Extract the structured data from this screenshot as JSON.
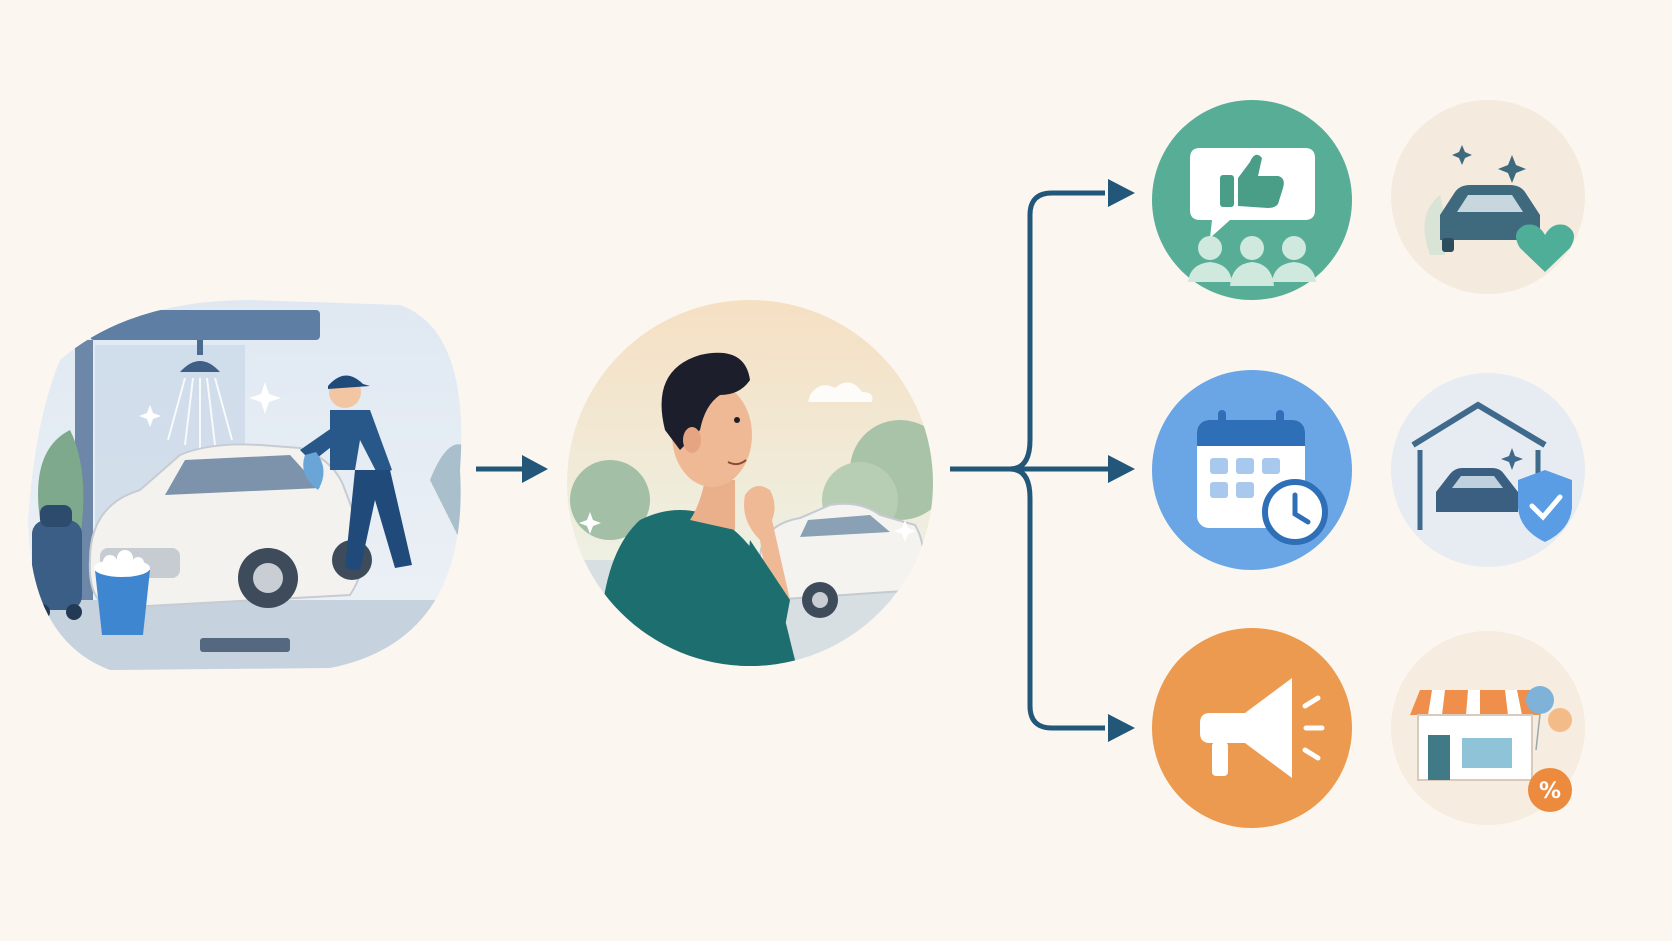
{
  "diagram": {
    "stages": [
      {
        "name": "car-wash-scene",
        "description_icons": [
          "car-icon",
          "worker-icon",
          "shower-head-icon",
          "bucket-icon",
          "vacuum-icon"
        ]
      },
      {
        "name": "customer-thinking-scene",
        "description_icons": [
          "person-icon",
          "car-icon"
        ]
      },
      {
        "name": "outcome-branches"
      }
    ],
    "outcomes": [
      {
        "name": "reviews",
        "icon": "thumbs-up-speech-icon",
        "color": "#58ad96",
        "result_icon": "car-heart-icon"
      },
      {
        "name": "booking",
        "icon": "calendar-clock-icon",
        "color": "#6aa5e6",
        "result_icon": "garage-shield-icon"
      },
      {
        "name": "promotion",
        "icon": "megaphone-icon",
        "color": "#ec9a4f",
        "result_icon": "storefront-discount-icon"
      }
    ],
    "percent_badge": "%",
    "colors": {
      "background": "#fbf7f0",
      "arrow": "#22577a",
      "teal": "#58ad96",
      "blue": "#6aa5e6",
      "orange": "#ec9a4f",
      "navy": "#26506e"
    }
  }
}
